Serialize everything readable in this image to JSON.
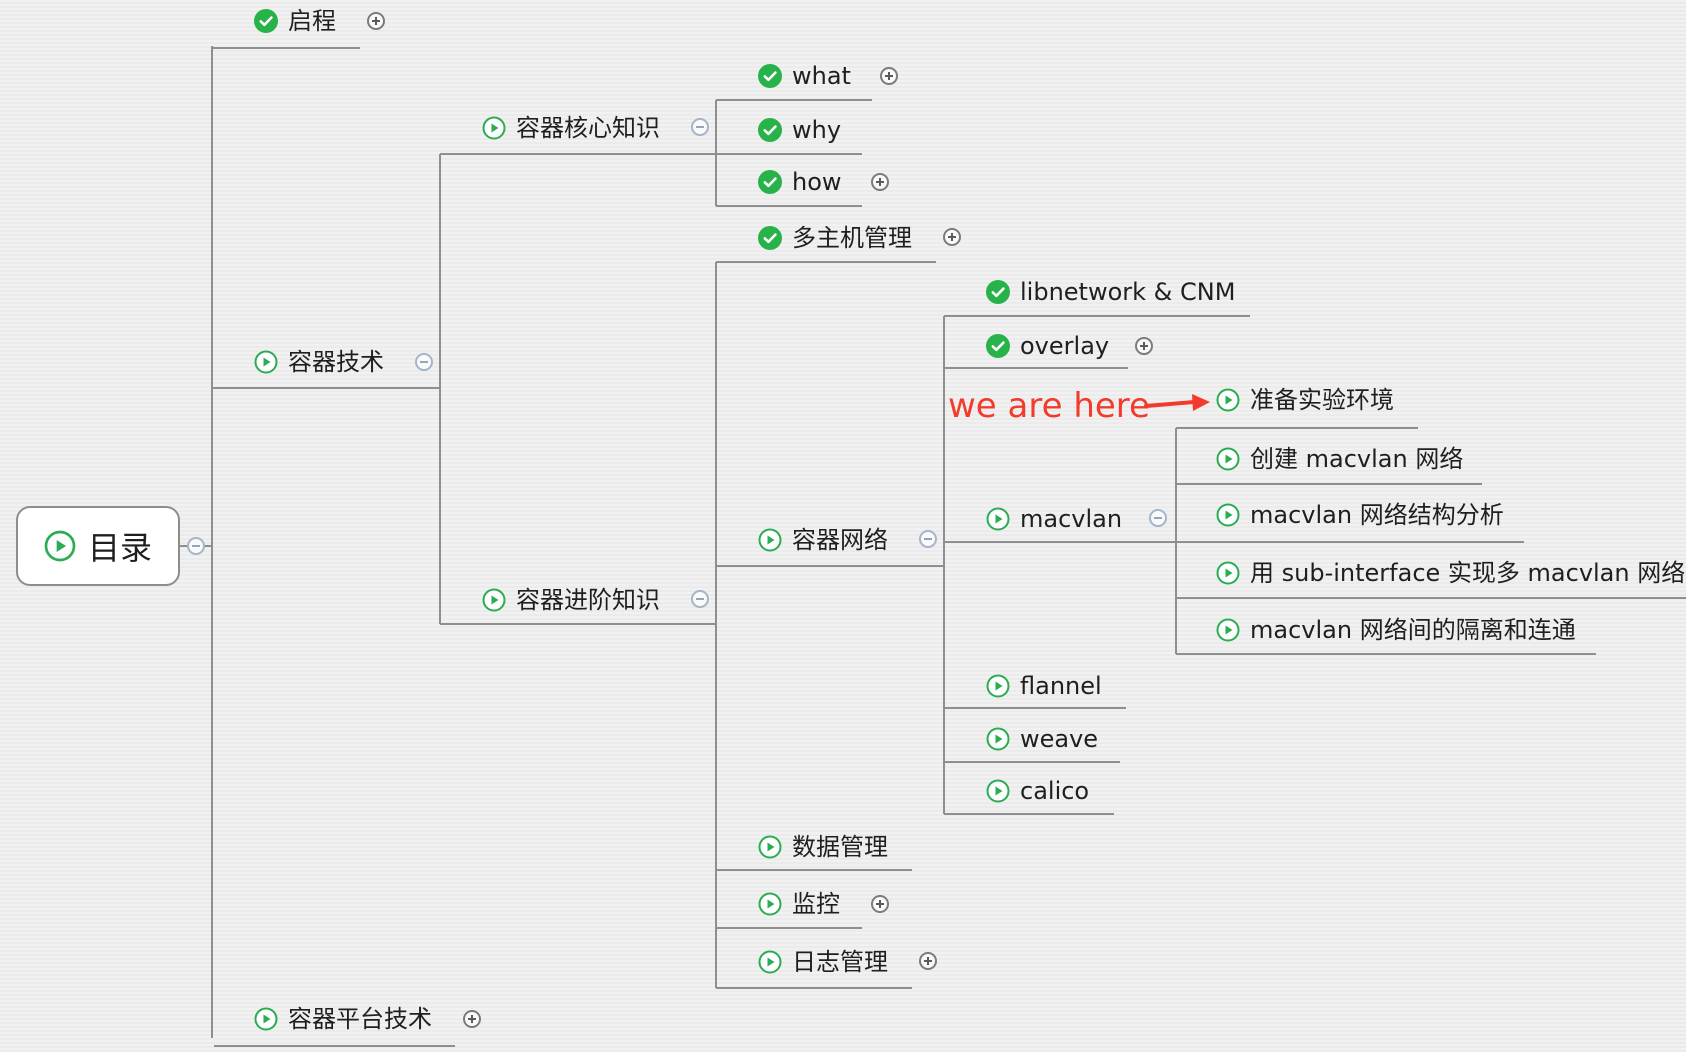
{
  "mindmap": {
    "root": {
      "label": "目录"
    },
    "nodes": {
      "qicheng": {
        "label": "启程",
        "status": "done"
      },
      "rongqi_jishu": {
        "label": "容器技术",
        "status": "todo"
      },
      "hexin": {
        "label": "容器核心知识",
        "status": "todo"
      },
      "what": {
        "label": "what",
        "status": "done"
      },
      "why": {
        "label": "why",
        "status": "done"
      },
      "how": {
        "label": "how",
        "status": "done"
      },
      "jinjie": {
        "label": "容器进阶知识",
        "status": "todo"
      },
      "duozhuji": {
        "label": "多主机管理",
        "status": "done"
      },
      "wangluo": {
        "label": "容器网络",
        "status": "todo"
      },
      "libnetwork": {
        "label": "libnetwork & CNM",
        "status": "done"
      },
      "overlay": {
        "label": "overlay",
        "status": "done"
      },
      "macvlan": {
        "label": "macvlan",
        "status": "todo"
      },
      "zhunbei": {
        "label": "准备实验环境",
        "status": "todo"
      },
      "chuangjian": {
        "label": "创建 macvlan 网络",
        "status": "todo"
      },
      "jiegou": {
        "label": "macvlan 网络结构分析",
        "status": "todo"
      },
      "subif": {
        "label": "用 sub-interface 实现多 macvlan 网络",
        "status": "todo"
      },
      "geli": {
        "label": "macvlan 网络间的隔离和连通",
        "status": "todo"
      },
      "flannel": {
        "label": "flannel",
        "status": "todo"
      },
      "weave": {
        "label": "weave",
        "status": "todo"
      },
      "calico": {
        "label": "calico",
        "status": "todo"
      },
      "shuju": {
        "label": "数据管理",
        "status": "todo"
      },
      "jiankong": {
        "label": "监控",
        "status": "todo"
      },
      "rizhi": {
        "label": "日志管理",
        "status": "todo"
      },
      "pingtai": {
        "label": "容器平台技术",
        "status": "todo"
      }
    },
    "annotation": {
      "text": "we are here"
    }
  },
  "colors": {
    "done_icon": "#27b24a",
    "todo_icon": "#2aac53",
    "connector": "#8f8f8f",
    "annotation": "#f23b2d",
    "text": "#1f1f1f"
  },
  "icons": {
    "done": "check-circle-icon",
    "todo": "play-circle-icon",
    "expand": "plus-circle-icon",
    "collapse": "minus-circle-icon"
  }
}
